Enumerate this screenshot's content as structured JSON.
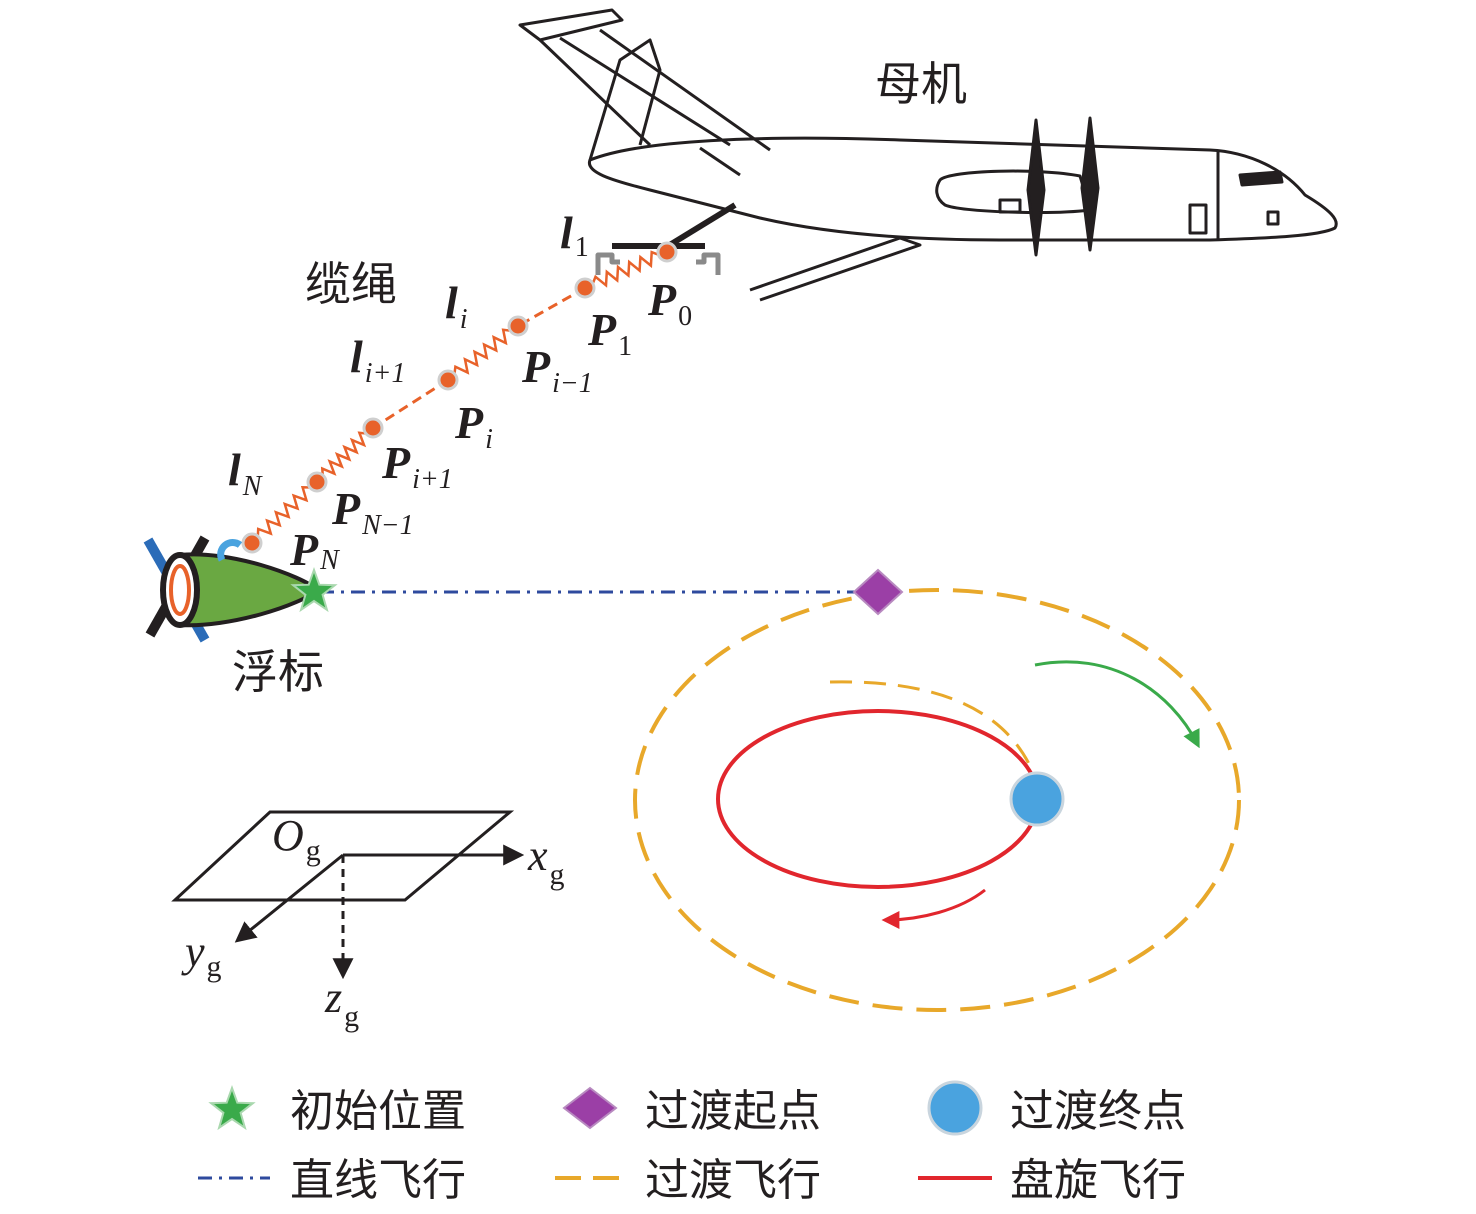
{
  "labels": {
    "mother_aircraft": "母机",
    "cable": "缆绳",
    "buoy": "浮标"
  },
  "segment_labels": [
    {
      "main": "l",
      "sub": "1"
    },
    {
      "main": "l",
      "sub": "i"
    },
    {
      "main": "l",
      "sub": "i+1"
    },
    {
      "main": "l",
      "sub": "N"
    }
  ],
  "node_labels": [
    {
      "main": "P",
      "sub": "0"
    },
    {
      "main": "P",
      "sub": "1"
    },
    {
      "main": "P",
      "sub": "i−1"
    },
    {
      "main": "P",
      "sub": "i"
    },
    {
      "main": "P",
      "sub": "i+1"
    },
    {
      "main": "P",
      "sub": "N−1"
    },
    {
      "main": "P",
      "sub": "N"
    }
  ],
  "axes": {
    "origin": {
      "main": "O",
      "sub": "g"
    },
    "x": {
      "main": "x",
      "sub": "g"
    },
    "y": {
      "main": "y",
      "sub": "g"
    },
    "z": {
      "main": "z",
      "sub": "g"
    }
  },
  "legend": [
    {
      "label": "初始位置",
      "marker": "star",
      "color": "#3aaa4a"
    },
    {
      "label": "过渡起点",
      "marker": "diamond",
      "color": "#9b3fa6"
    },
    {
      "label": "过渡终点",
      "marker": "circle",
      "color": "#4aa3df"
    },
    {
      "label": "直线飞行",
      "marker": "dash-dot-line",
      "color": "#2e4a9e"
    },
    {
      "label": "过渡飞行",
      "marker": "dashed-line",
      "color": "#e8a82a"
    },
    {
      "label": "盘旋飞行",
      "marker": "solid-line",
      "color": "#e1262d"
    }
  ],
  "colors": {
    "cable_node": "#e8622a",
    "cable": "#e8622a",
    "buoy_body": "#6aa842",
    "buoy_fin": "#2b6cb8",
    "straight": "#2e4a9e",
    "transition": "#e8a82a",
    "hover": "#e1262d",
    "arrow_green": "#3aaa4a",
    "arrow_red": "#e1262d"
  }
}
